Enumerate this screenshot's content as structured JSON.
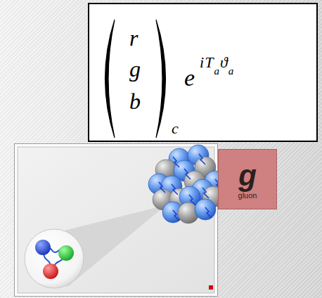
{
  "diagram": {
    "nodes": [
      {
        "text": [
          "r",
          "g",
          "b",
          "c",
          "e",
          "i",
          "T",
          "a",
          "ϑ",
          "a"
        ]
      },
      {
        "text": [
          "g",
          "gluon"
        ]
      }
    ]
  }
}
